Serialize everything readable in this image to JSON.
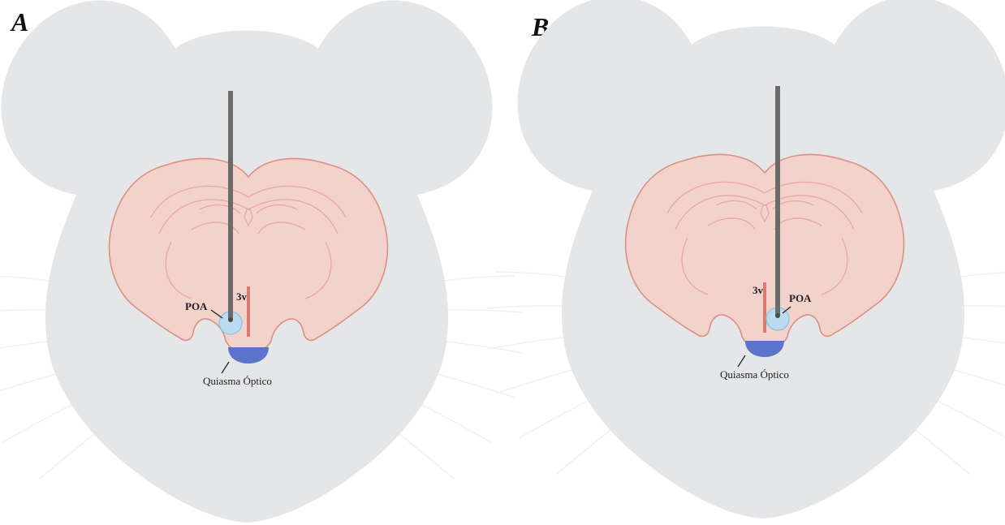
{
  "panels": [
    {
      "letter": "A",
      "labels": {
        "poa": "POA",
        "third_ventricle": "3v",
        "chiasm": "Quiasma Óptico"
      },
      "probe_target": "POA"
    },
    {
      "letter": "B",
      "labels": {
        "poa": "POA",
        "third_ventricle": "3v",
        "chiasm": "Quiasma Óptico"
      },
      "probe_target": "POA"
    }
  ],
  "colors": {
    "mouse_silhouette": "#e5e6e8",
    "brain_fill": "#f2d2ca",
    "brain_outline": "#de8f84",
    "brain_inner_line": "#e8a99e",
    "poa_fill": "#b9dcf1",
    "poa_outline": "#8bbfe0",
    "chiasm_fill": "#5b73c8",
    "probe": "#6b6b6b",
    "whiskers": "#f0f0f0"
  }
}
